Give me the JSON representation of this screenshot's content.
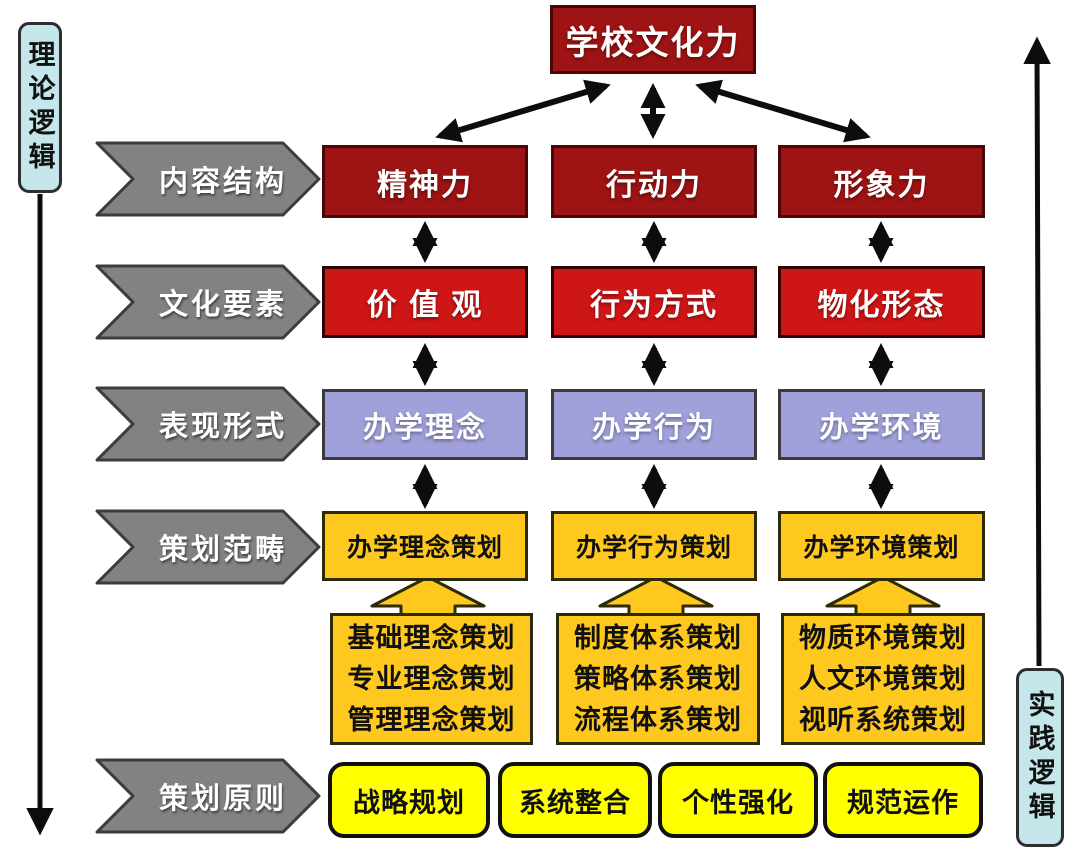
{
  "title": {
    "text": "学校文化力"
  },
  "side_labels": {
    "left": "理论逻辑",
    "right": "实践逻辑"
  },
  "rows": [
    {
      "label": "内容结构",
      "cells": [
        "精神力",
        "行动力",
        "形象力"
      ]
    },
    {
      "label": "文化要素",
      "cells": [
        "价 值 观",
        "行为方式",
        "物化形态"
      ]
    },
    {
      "label": "表现形式",
      "cells": [
        "办学理念",
        "办学行为",
        "办学环境"
      ]
    },
    {
      "label": "策划范畴",
      "cells": [
        "办学理念策划",
        "办学行为策划",
        "办学环境策划"
      ]
    }
  ],
  "detail_boxes": [
    {
      "lines": [
        "基础理念策划",
        "专业理念策划",
        "管理理念策划"
      ]
    },
    {
      "lines": [
        "制度体系策划",
        "策略体系策划",
        "流程体系策划"
      ]
    },
    {
      "lines": [
        "物质环境策划",
        "人文环境策划",
        "视听系统策划"
      ]
    }
  ],
  "principles": {
    "label": "策划原则",
    "items": [
      "战略规划",
      "系统整合",
      "个性强化",
      "规范运作"
    ]
  },
  "colors": {
    "dark_red": "#9E1313",
    "dark_red_border": "#4a0707",
    "bright_red": "#CF1616",
    "bright_red_border": "#2e0404",
    "lavender": "#A0A0DA",
    "lavender_border": "#3a3a3a",
    "gold": "#FFC81E",
    "gold_border": "#2e2a05",
    "yellow": "#FFFF00",
    "gray": "#828282",
    "gray_border": "#3c3c3c",
    "cyan": "#C5E6EB",
    "cyan_border": "#2e2e2e",
    "arrow": "#0d0d0d"
  }
}
